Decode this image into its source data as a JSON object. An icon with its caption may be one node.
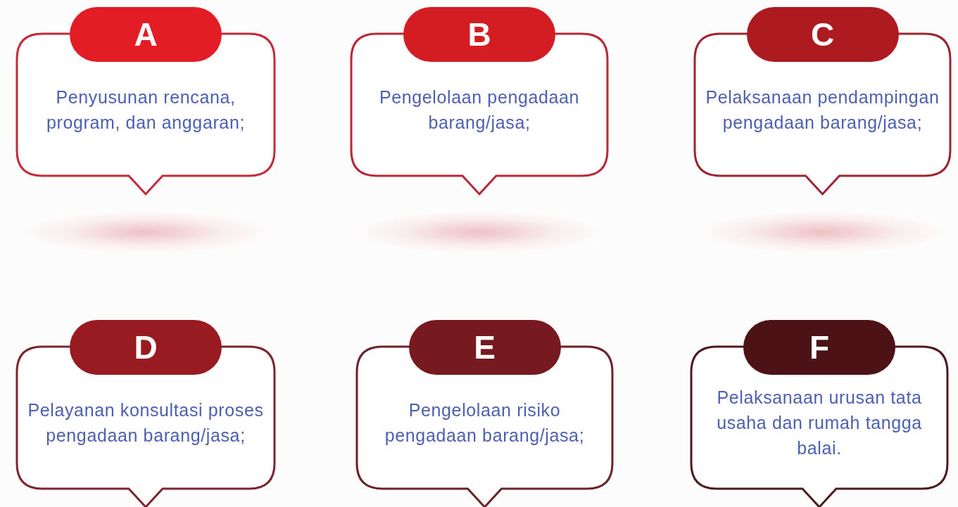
{
  "diagram": {
    "nodes": [
      {
        "text": [
          "A",
          "Penyusunan rencana, program, dan anggaran;"
        ]
      },
      {
        "text": [
          "B",
          "Pengelolaan pengadaan barang/jasa;"
        ]
      },
      {
        "text": [
          "C",
          "Pelaksanaan pendampingan pengadaan barang/jasa;"
        ]
      },
      {
        "text": [
          "D",
          "Pelayanan konsultasi proses pengadaan barang/jasa;"
        ]
      },
      {
        "text": [
          "E",
          "Pengelolaan risiko pengadaan barang/jasa;"
        ]
      },
      {
        "text": [
          "F",
          "Pelaksanaan urusan tata usaha dan rumah tangga balai."
        ]
      }
    ]
  }
}
